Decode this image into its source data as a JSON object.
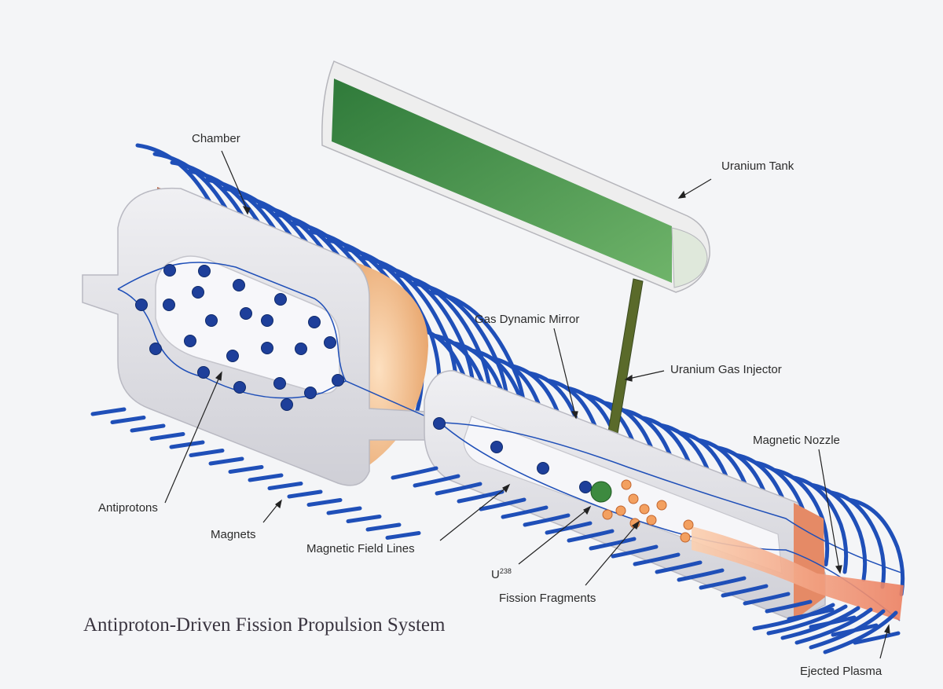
{
  "title": "Antiproton-Driven Fission Propulsion System",
  "labels": {
    "chamber": "Chamber",
    "uranium_tank": "Uranium Tank",
    "gas_dynamic_mirror": "Gas Dynamic Mirror",
    "uranium_gas_injector": "Uranium Gas Injector",
    "magnetic_nozzle": "Magnetic Nozzle",
    "antiprotons": "Antiprotons",
    "magnets": "Magnets",
    "magnetic_field_lines": "Magnetic Field Lines",
    "u238_base": "U",
    "u238_mass": "238",
    "fission_fragments": "Fission Fragments",
    "ejected_plasma": "Ejected Plasma"
  },
  "colors": {
    "magnet_coil": "#1f4fb8",
    "antiproton": "#1e3f9a",
    "fission_fragment": "#f3a060",
    "uranium_particle": "#3d8a3f",
    "tank_fill": "#3f8f46",
    "chamber_wall": "#e6e6ea",
    "chamber_inner": "#f5c69a",
    "plasma": "#f09070"
  }
}
